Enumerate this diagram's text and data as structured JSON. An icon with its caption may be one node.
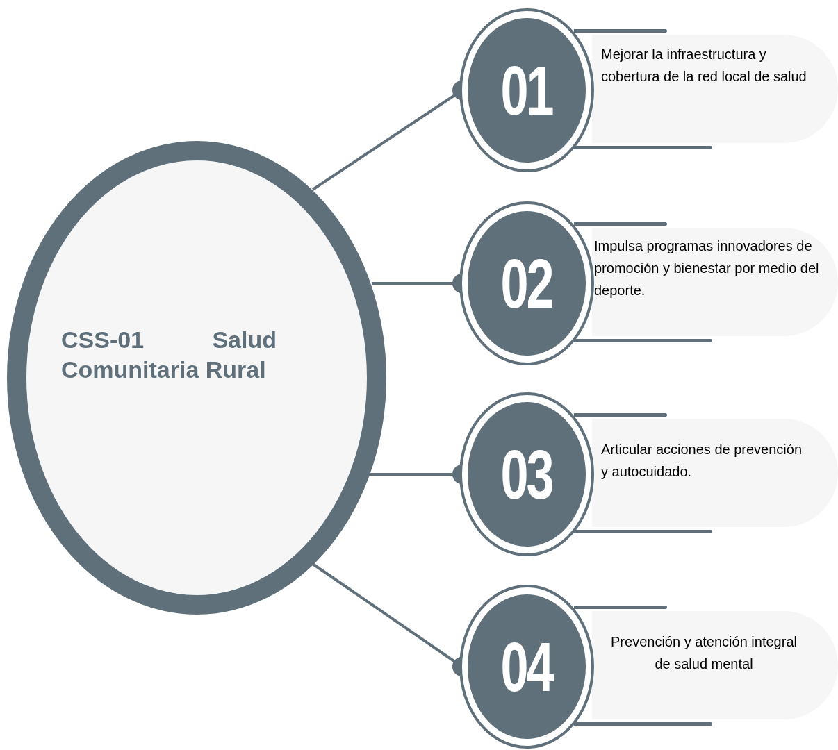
{
  "diagram": {
    "nodes": [
      {
        "text": [
          "CSS-01 Salud Comunitaria Rural"
        ]
      },
      {
        "text": [
          "01"
        ]
      },
      {
        "text": [
          "Mejorar la infraestructura y cobertura de la red local de salud"
        ]
      },
      {
        "text": [
          "02"
        ]
      },
      {
        "text": [
          "Impulsa programas innovadores de promoción y bienestar por medio del deporte."
        ]
      },
      {
        "text": [
          "03"
        ]
      },
      {
        "text": [
          "Articular acciones de prevención y autocuidado."
        ]
      },
      {
        "text": [
          "04"
        ]
      },
      {
        "text": [
          "Prevención y atención integral de salud mental"
        ]
      }
    ],
    "edges": [
      {
        "from": 0,
        "to": 1,
        "arrow": "other"
      },
      {
        "from": 0,
        "to": 3,
        "arrow": "other"
      },
      {
        "from": 0,
        "to": 5,
        "arrow": "other"
      },
      {
        "from": 0,
        "to": 7,
        "arrow": "other"
      }
    ]
  }
}
